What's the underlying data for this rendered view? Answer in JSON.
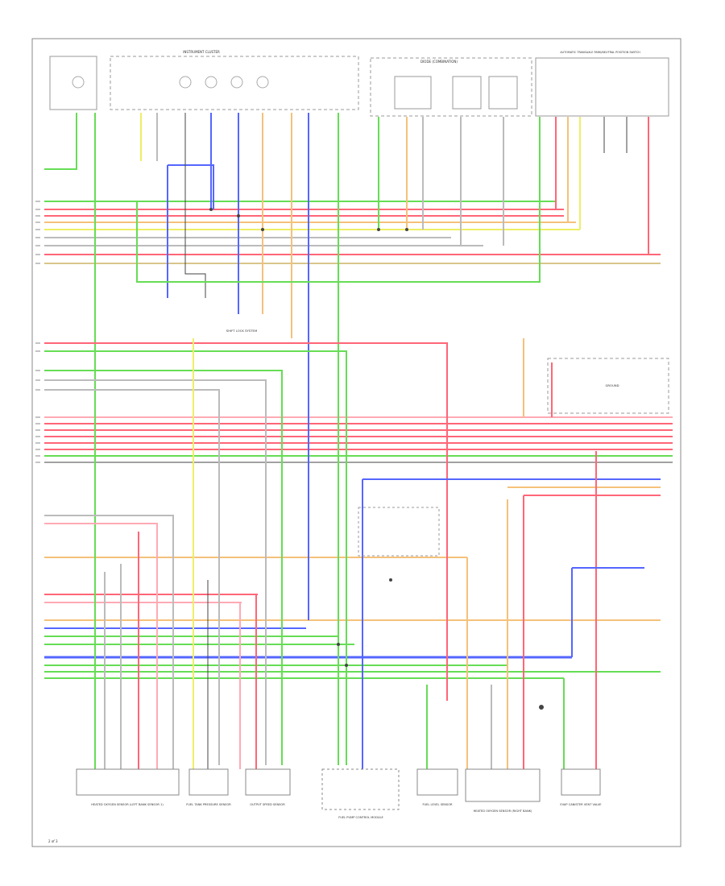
{
  "diagram": {
    "colors": {
      "frame": "#888888",
      "green": "#66dd55",
      "red": "#ff6677",
      "yellow": "#eeee66",
      "orange": "#f5c17a",
      "blue": "#5566ff",
      "gray": "#bbbbbb",
      "pink": "#ffaab4",
      "tan": "#d9c58a",
      "black": "#444444"
    },
    "labels": {
      "instrument_cluster": "INSTRUMENT CLUSTER",
      "relay_group": "DIODE (COMBINATION)",
      "trans_switch": "AUTOMATIC TRANSAXLE PARK/NEUTRAL POSITION SWITCH",
      "ground_note": "GROUND",
      "shift_lock": "SHIFT LOCK SYSTEM",
      "bottom_1": "HEATED OXYGEN SENSOR (LEFT BANK SENSOR 1)",
      "bottom_2": "FUEL TANK PRESSURE SENSOR",
      "bottom_3": "OUTPUT SPEED SENSOR",
      "bottom_4": "FUEL PUMP CONTROL MODULE",
      "bottom_5": "FUEL LEVEL SENSOR",
      "bottom_6": "HEATED OXYGEN SENSOR (RIGHT BANK)",
      "bottom_7": "EVAP CANISTER VENT VALVE",
      "page_ref": "2 of 3"
    }
  }
}
